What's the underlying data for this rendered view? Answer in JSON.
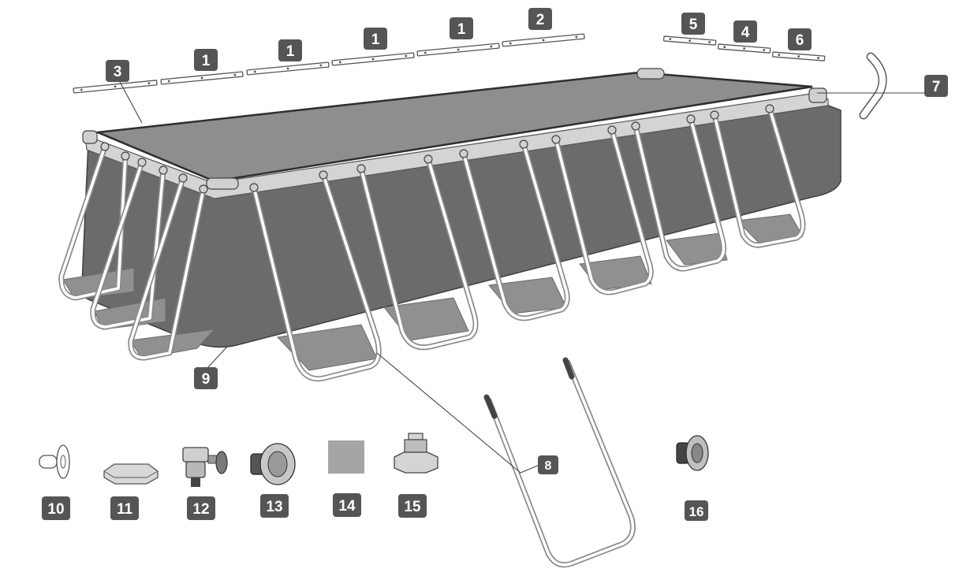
{
  "diagram": {
    "part_numbers": {
      "rod_a": "1",
      "rod_b": "1",
      "rod_c": "1",
      "rod_d": "1",
      "rod_e": "2",
      "rod_f": "3",
      "rod_g": "4",
      "rod_h": "5",
      "rod_i": "6",
      "corner_joint": "7",
      "u_leg": "8",
      "liner": "9",
      "part_10": "10",
      "part_11": "11",
      "part_12": "12",
      "part_13": "13",
      "part_14": "14",
      "part_15": "15",
      "part_16": "16"
    },
    "colors": {
      "badge": "#555555",
      "badge_text": "#ffffff",
      "liner_wall": "#6b6b6b",
      "water": "#8e8e8e",
      "top_rail": "#d4d4d4",
      "leg_outline": "#8a8a8a",
      "ground_sheet": "#a5a5a5"
    }
  }
}
